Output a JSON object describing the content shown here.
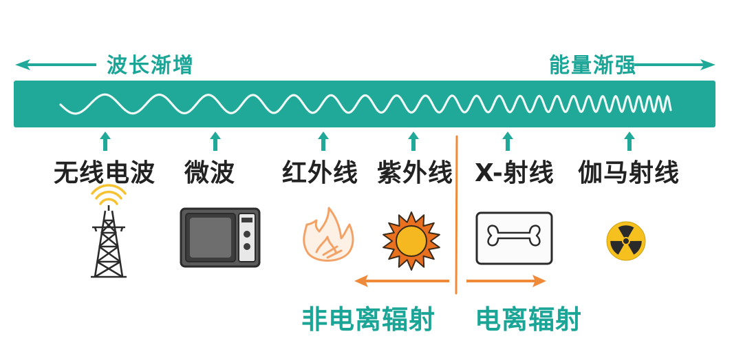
{
  "header": {
    "wavelength_label": "波长渐增",
    "energy_label": "能量渐强"
  },
  "categories": [
    {
      "label": "无线电波",
      "icon": "radio-tower-icon"
    },
    {
      "label": "微波",
      "icon": "microwave-oven-icon"
    },
    {
      "label": "红外线",
      "icon": "flame-icon"
    },
    {
      "label": "紫外线",
      "icon": "sun-icon"
    },
    {
      "label": "X-射线",
      "icon": "bone-xray-icon"
    },
    {
      "label": "伽马射线",
      "icon": "radiation-icon"
    }
  ],
  "groups": {
    "non_ionizing": "非电离辐射",
    "ionizing": "电离辐射"
  },
  "colors": {
    "teal": "#20a898",
    "teal_text": "#1aa596",
    "orange": "#ee8a3a",
    "sun": "#f6b820",
    "sun_ray": "#e8701e"
  }
}
